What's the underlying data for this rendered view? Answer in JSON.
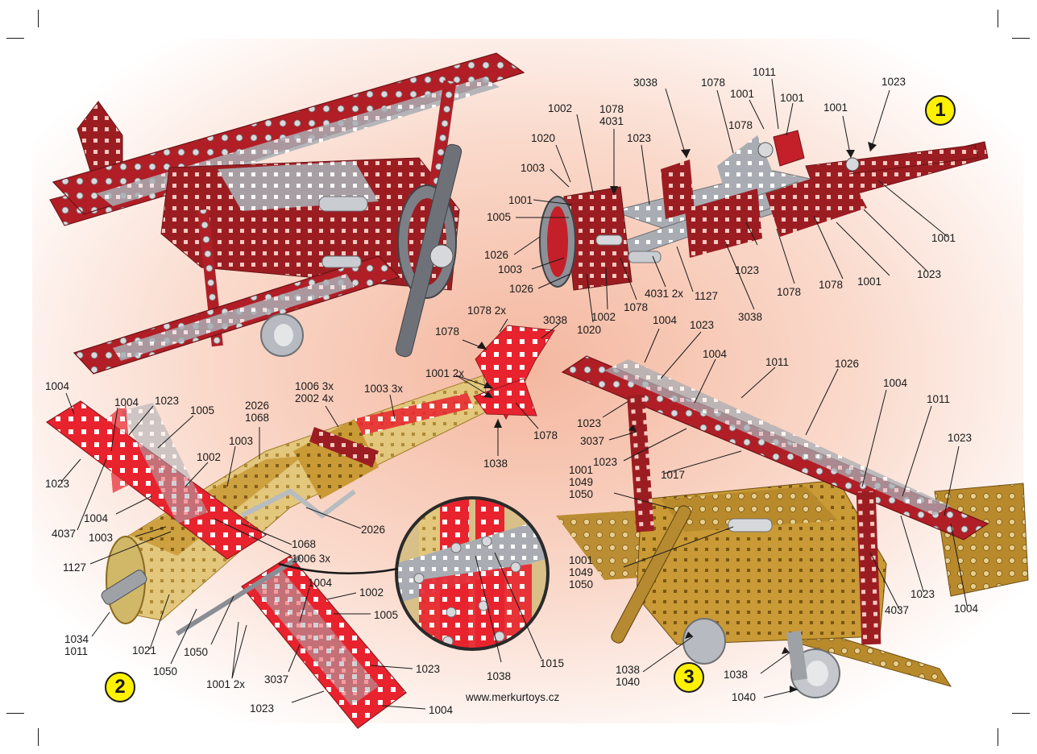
{
  "website": "www.merkurtoys.cz",
  "steps": {
    "s1": "1",
    "s2": "2",
    "s3": "3"
  },
  "parts": {
    "p_3038a": "3038",
    "p_1078a": "1078",
    "p_1011a": "1011",
    "p_1001a": "1001",
    "p_1001b": "1001",
    "p_1023a": "1023",
    "p_1001c": "1001",
    "p_1078_4031": "1078\n4031",
    "p_1002a": "1002",
    "p_1078b": "1078",
    "p_1020a": "1020",
    "p_1023b": "1023",
    "p_1003a": "1003",
    "p_1001d": "1001",
    "p_1005a": "1005",
    "p_1026a": "1026",
    "p_1003b": "1003",
    "p_1026b": "1026",
    "p_1001e": "1001",
    "p_1023c": "1023",
    "p_1001f": "1001",
    "p_1023d": "1023",
    "p_1078c": "1078",
    "p_1078d": "1078",
    "p_4031_2x": "4031 2x",
    "p_1127a": "1127",
    "p_3038b": "3038",
    "p_1002b": "1002",
    "p_1078e": "1078",
    "p_1020b": "1020",
    "p_1078_2x": "1078 2x",
    "p_3038c": "3038",
    "p_1078f": "1078",
    "p_1001_2x_tail": "1001 2x",
    "p_1078g": "1078",
    "p_1038a": "1038",
    "p_1006_2002": "1006 3x\n2002 4x",
    "p_1003_3x": "1003 3x",
    "p_2026_1068": "2026\n1068",
    "p_1004a": "1004",
    "p_1004b": "1004",
    "p_1023e": "1023",
    "p_1005b": "1005",
    "p_1003c": "1003",
    "p_1002c": "1002",
    "p_1023f": "1023",
    "p_4037a": "4037",
    "p_1004c": "1004",
    "p_1003d": "1003",
    "p_1127b": "1127",
    "p_1068": "1068",
    "p_1006_3x": "1006 3x",
    "p_2026": "2026",
    "p_1004d": "1004",
    "p_1002d": "1002",
    "p_1005c": "1005",
    "p_1034_1011": "1034\n1011",
    "p_1021": "1021",
    "p_1050a": "1050",
    "p_1050b": "1050",
    "p_1001_2x_w": "1001 2x",
    "p_3037a": "3037",
    "p_1023g": "1023",
    "p_1023h": "1023",
    "p_1004e": "1004",
    "p_1038b": "1038",
    "p_1015": "1015",
    "p_1004f": "1004",
    "p_1023i": "1023",
    "p_1004g": "1004",
    "p_1011b": "1011",
    "p_1026c": "1026",
    "p_1004h": "1004",
    "p_1011c": "1011",
    "p_1023j": "1023",
    "p_1023k": "1023",
    "p_3037b": "3037",
    "p_1023l": "1023",
    "p_1017": "1017",
    "p_1001_1049_1050a": "1001\n1049\n1050",
    "p_1001_1049_1050b": "1001\n1049\n1050",
    "p_4037b": "4037",
    "p_1023m": "1023",
    "p_1004i": "1004",
    "p_1038_1040": "1038\n1040",
    "p_1038c": "1038",
    "p_1040": "1040"
  }
}
